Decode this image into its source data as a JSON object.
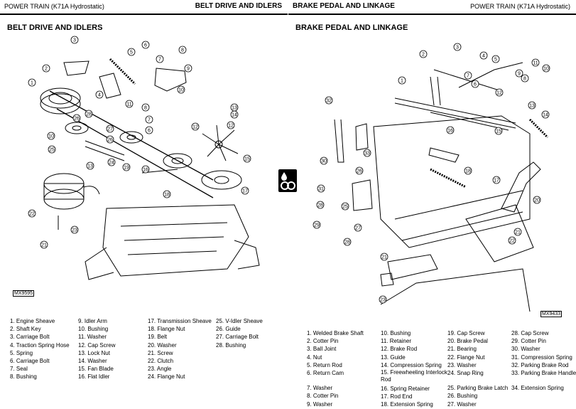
{
  "left_page": {
    "header_left": "POWER TRAIN (K71A Hydrostatic)",
    "header_right": "BELT DRIVE AND IDLERS",
    "section_title": "BELT DRIVE AND IDLERS",
    "figure_code": "MX9595",
    "legend": [
      [
        "1. Engine Sheave",
        "2. Shaft Key",
        "3. Carriage Bolt",
        "4. Traction Spring Hose",
        "5. Spring",
        "6. Carriage Bolt",
        "7. Seal",
        "8. Bushing"
      ],
      [
        "9. Idler Arm",
        "10. Bushing",
        "11. Washer",
        "12. Cap Screw",
        "13. Lock Nut",
        "14. Washer",
        "15. Fan Blade",
        "16. Flat Idler"
      ],
      [
        "17. Transmission Sheave",
        "18. Flange Nut",
        "19. Belt",
        "20. Washer",
        "21. Screw",
        "22. Clutch",
        "23. Angle",
        "24. Flange Nut"
      ],
      [
        "25. V-Idler Sheave",
        "26. Guide",
        "27. Carriage Bolt",
        "28. Bushing"
      ]
    ]
  },
  "right_page": {
    "header_left": "BRAKE PEDAL AND LINKAGE",
    "header_right": "POWER TRAIN (K71A Hydrostatic)",
    "section_title": "BRAKE PEDAL AND LINKAGE",
    "figure_code": "MX9433",
    "legend": [
      [
        "1. Welded Brake Shaft",
        "2. Cotter Pin",
        "3. Ball Joint",
        "4. Nut",
        "5. Return Rod",
        "6. Return Cam",
        "7. Washer",
        "8. Cotter Pin",
        "9. Washer"
      ],
      [
        "10. Bushing",
        "11. Retainer",
        "12. Brake Rod",
        "13. Guide",
        "14. Compression Spring",
        "15. Freewheeling Interlock Rod",
        "16. Spring Retainer",
        "17. Rod End",
        "18. Extension Spring"
      ],
      [
        "19. Cap Screw",
        "20. Brake Pedal",
        "21. Bearing",
        "22. Flange Nut",
        "23. Washer",
        "24. Snap Ring",
        "25. Parking Brake Latch",
        "26. Bushing",
        "27. Washer"
      ],
      [
        "28. Cap Screw",
        "29. Cotter Pin",
        "30. Washer",
        "31. Compression Spring",
        "32. Parking Brake Rod",
        "33. Parking Brake Handle",
        "34. Extension Spring"
      ]
    ]
  },
  "icons": {
    "sidebar": "lubrication-drops-icon"
  }
}
